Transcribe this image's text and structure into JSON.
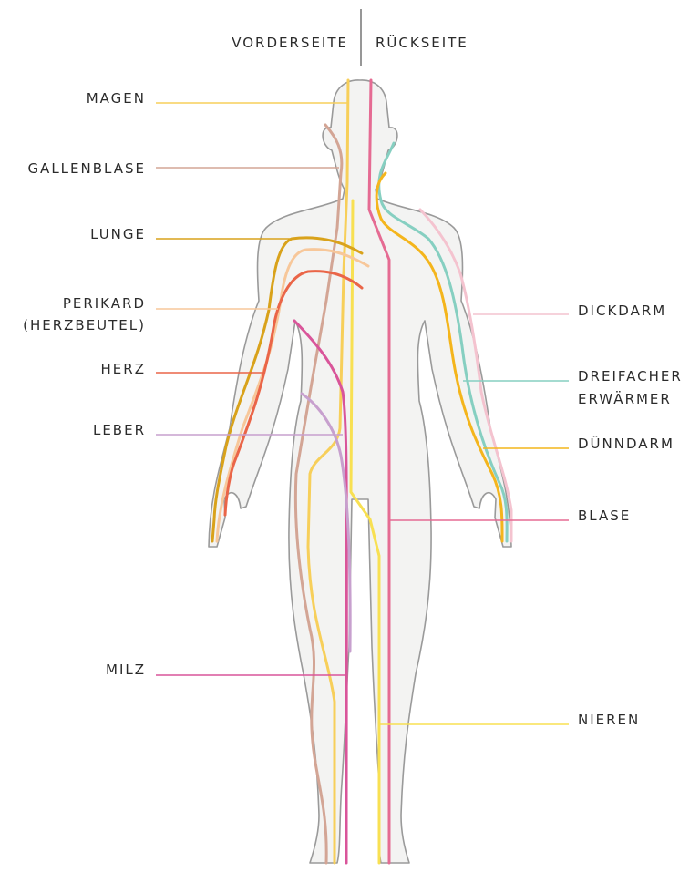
{
  "header": {
    "front": "VORDERSEITE",
    "back": "RÜCKSEITE"
  },
  "labels": {
    "magen": "MAGEN",
    "gallenblase": "GALLENBLASE",
    "lunge": "LUNGE",
    "perikard_1": "PERIKARD",
    "perikard_2": "(HERZBEUTEL)",
    "herz": "HERZ",
    "leber": "LEBER",
    "milz": "MILZ",
    "dickdarm": "DICKDARM",
    "dreifacher_1": "DREIFACHER",
    "dreifacher_2": "ERWÄRMER",
    "duenndarm": "DÜNNDARM",
    "blase": "BLASE",
    "nieren": "NIEREN"
  },
  "colors": {
    "magen": "#f7cf5a",
    "gallenblase": "#d3a595",
    "lunge": "#d9a21b",
    "perikard": "#f7c79a",
    "herz": "#ea6548",
    "leber": "#c7a0ce",
    "milz": "#d9559a",
    "dickdarm": "#f4c3cf",
    "dreifacher": "#86cfc1",
    "duenndarm": "#f4b51c",
    "blase": "#e56b93",
    "nieren": "#f8e052",
    "body_fill": "#f3f3f2",
    "body_outline": "#9a9a9a"
  }
}
